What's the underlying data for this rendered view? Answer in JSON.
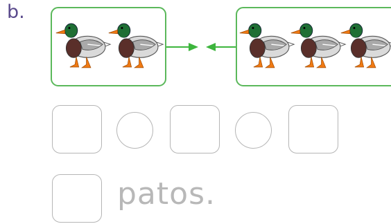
{
  "exercise": {
    "letter": "b.",
    "answer_word": "patos."
  },
  "groups": {
    "left_count": 2,
    "right_count": 3
  },
  "colors": {
    "frame": "#5ab85a",
    "arrow": "#3db53d",
    "letter": "#5a4a8c",
    "box_border": "#b5b5b5",
    "answer_text": "#b8b8b8"
  },
  "icons": {
    "duck": "mallard-duck-icon",
    "arrow_right": "arrow-right-icon",
    "arrow_left": "arrow-left-icon"
  }
}
